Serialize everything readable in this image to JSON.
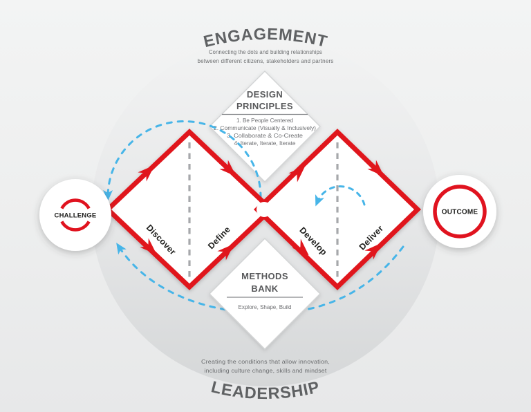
{
  "diagram": {
    "engagement": {
      "title": "ENGAGEMENT",
      "subtitle": [
        "Connecting the dots and building relationships",
        "between different citizens, stakeholders and partners"
      ]
    },
    "leadership": {
      "title": "LEADERSHIP",
      "subtitle": [
        "Creating the conditions that allow innovation,",
        "including culture change, skills and mindset"
      ]
    },
    "challenge": {
      "label": "CHALLENGE"
    },
    "outcome": {
      "label": "OUTCOME"
    },
    "design_principles": {
      "title": [
        "DESIGN",
        "PRINCIPLES"
      ],
      "items": [
        "1. Be People Centered",
        "2. Communicate (Visually & Inclusively)",
        "3. Collaborate & Co-Create",
        "4. Iterate, Iterate, Iterate"
      ]
    },
    "methods_bank": {
      "title": [
        "METHODS",
        "BANK"
      ],
      "subtitle": "Explore, Shape, Build"
    },
    "phases": {
      "discover": "Discover",
      "define": "Define",
      "develop": "Develop",
      "deliver": "Deliver"
    },
    "colors": {
      "red": "#e0131f",
      "blue": "#47b5e8",
      "dark_gray_text": "#58595b",
      "body_gray_text": "#6d6e71",
      "arc_title_gray": "#5f6163",
      "dashed_divider_gray": "#a6a8ab",
      "label_black": "#1d1d1b"
    }
  }
}
